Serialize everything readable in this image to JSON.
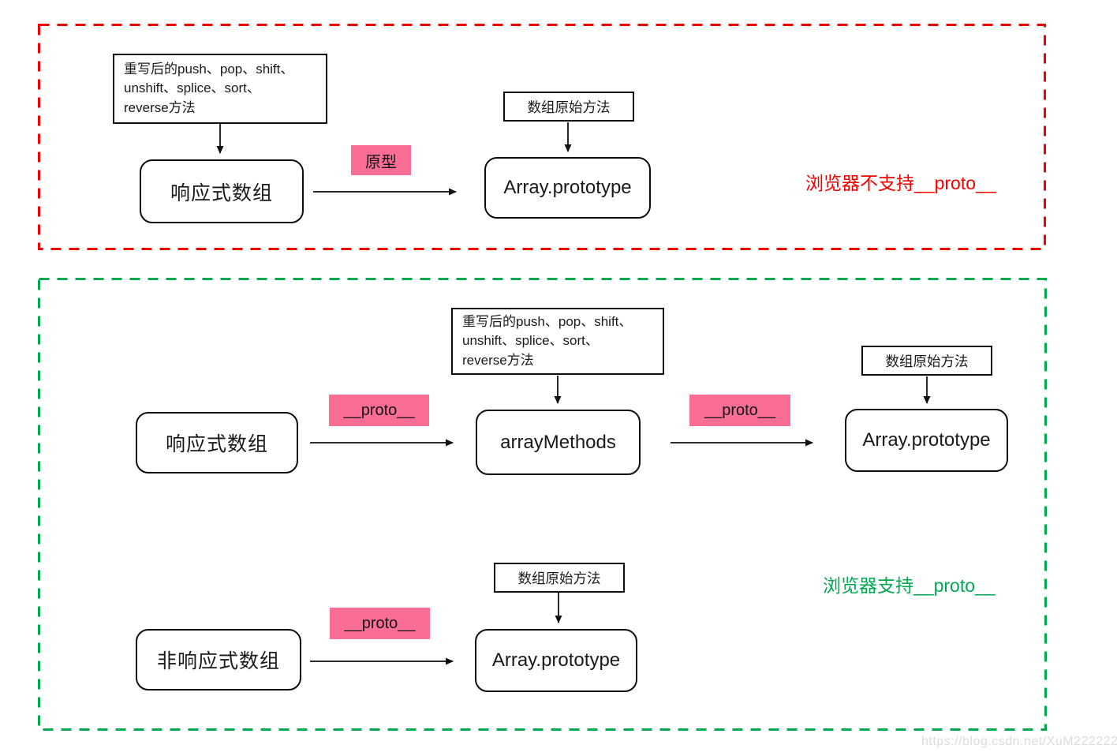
{
  "diagram": {
    "highlight_color": "#FA6E96",
    "section_no_proto": {
      "border_color": "#F40000",
      "overridden_methods_box": {
        "lines": [
          "重写后的push、pop、shift、",
          "unshift、splice、sort、",
          "reverse方法"
        ]
      },
      "reactive_array_node": "响应式数组",
      "prototype_label": "原型",
      "original_methods_box": "数组原始方法",
      "array_prototype_node": "Array.prototype",
      "note": "浏览器不支持__proto__",
      "note_color": "#F40000"
    },
    "section_proto": {
      "border_color": "#00A94F",
      "overridden_methods_box": {
        "lines": [
          "重写后的push、pop、shift、",
          "unshift、splice、sort、",
          "reverse方法"
        ]
      },
      "reactive_array_node": "响应式数组",
      "proto_label_1": "__proto__",
      "array_methods_node": "arrayMethods",
      "proto_label_2": "__proto__",
      "original_methods_box_top": "数组原始方法",
      "array_prototype_node_top": "Array.prototype",
      "original_methods_box_bottom": "数组原始方法",
      "proto_label_3": "__proto__",
      "non_reactive_array_node": "非响应式数组",
      "array_prototype_node_bottom": "Array.prototype",
      "note": "浏览器支持__proto__",
      "note_color": "#00A850"
    },
    "watermark": "https://blog.csdn.net/XuM222222"
  }
}
